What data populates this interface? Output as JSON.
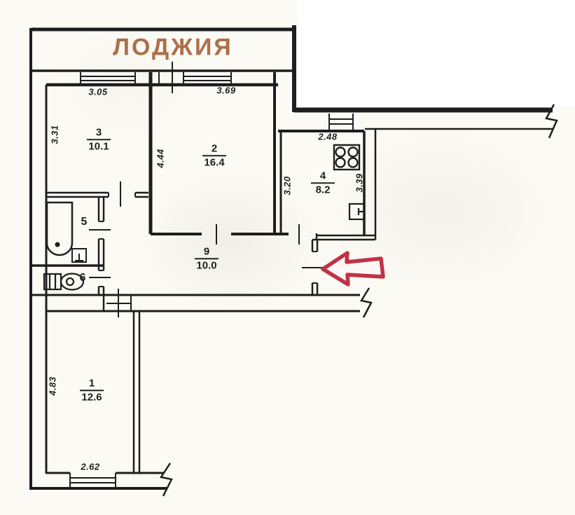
{
  "plan_title": "ЛОДЖИЯ",
  "rooms": {
    "r3": {
      "num": "3",
      "area": "10.1",
      "dim_width": "3.05",
      "dim_height": "3.31"
    },
    "r2": {
      "num": "2",
      "area": "16.4",
      "dim_width": "3.69",
      "dim_height": "4.44"
    },
    "r4": {
      "num": "4",
      "area": "8.2",
      "dim_width": "2.48",
      "dim_height_left": "3.20",
      "dim_height_right": "3.39"
    },
    "r5": {
      "num": "5"
    },
    "r6": {
      "num": "6"
    },
    "r9": {
      "num": "9",
      "area": "10.0"
    },
    "r1": {
      "num": "1",
      "area": "12.6",
      "dim_width": "2.62",
      "dim_height": "4.83"
    }
  },
  "annotations": {
    "entrance_arrow_direction": "left"
  },
  "colors": {
    "loggia_text": "#ad6f4b",
    "walls": "#1e1e1e",
    "arrow_stroke": "#c03245",
    "paper": "#fbfaf4"
  },
  "fixtures": [
    "bathtub",
    "bathroom-sink",
    "toilet",
    "stove",
    "kitchen-sink",
    "windows"
  ]
}
